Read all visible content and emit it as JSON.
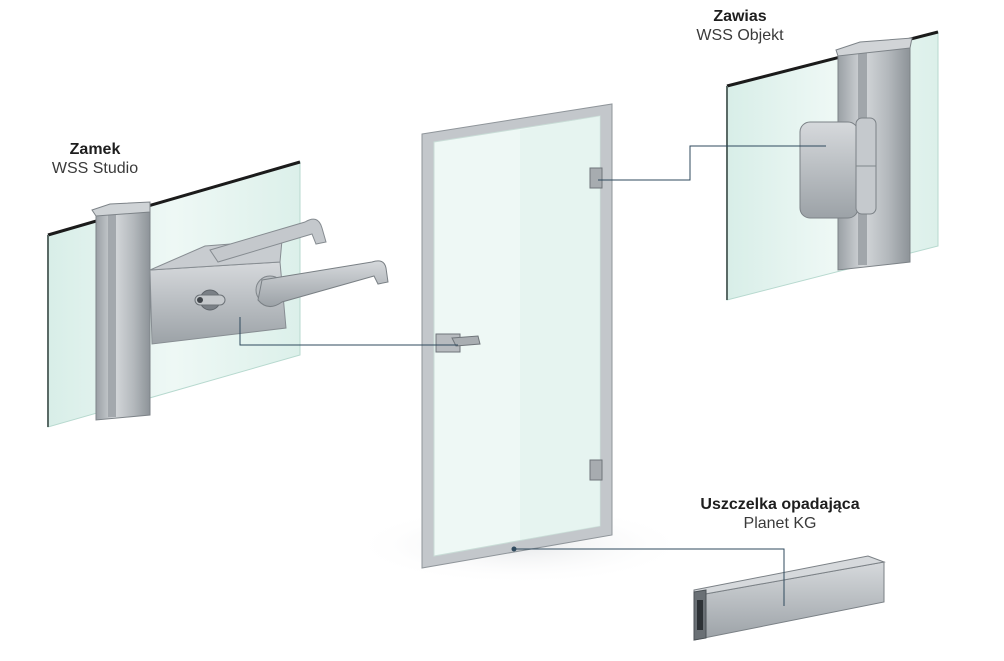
{
  "components": {
    "lock": {
      "name": "Zamek",
      "product": "WSS Studio",
      "icon": "door-lock-lever-handle-icon"
    },
    "hinge": {
      "name": "Zawias",
      "product": "WSS Objekt",
      "icon": "door-hinge-icon"
    },
    "seal": {
      "name": "Uszczelka opadająca",
      "product": "Planet KG",
      "icon": "drop-down-door-seal-icon"
    }
  },
  "colors": {
    "glass": "#e6f5f1",
    "glass_edge": "#b7d9cf",
    "aluminium": "#b9bdc1",
    "aluminium_dark": "#8c9196",
    "leader_line": "#2f4a5e",
    "text": "#2b2b2b"
  }
}
